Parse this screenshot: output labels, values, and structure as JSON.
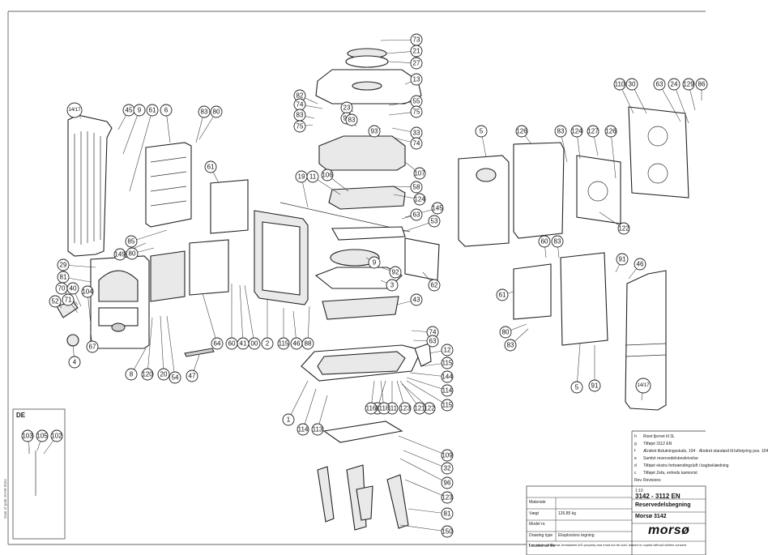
{
  "drawing": {
    "title": "3142 - 3112 EN",
    "subtitle": "Reservedelsbegning",
    "model": "Morsø 3142",
    "logo_text": "morsø",
    "detail_label": "DE",
    "side_ref": "Date of print 10-09-2024",
    "footer_note": "This drawing is Morsø Jernstøberi A/S property and must not be sold, lended or copied without written consent"
  },
  "title_block": {
    "revisions": [
      {
        "code": "h",
        "text": "Rivet fjernet til 3L"
      },
      {
        "code": "g",
        "text": "Tilføjet 3112 EN"
      },
      {
        "code": "f",
        "text": "Ændret tilslutningsstuds, 104 · Ændret standard til luftstyring pos. 104"
      },
      {
        "code": "e",
        "text": "Samlet reservedelsbeskrivelse"
      },
      {
        "code": "d",
        "text": "Tilføjet ekstra forbrændingsluft i bagbeklædning"
      },
      {
        "code": "c",
        "text": "Tilføjet Zefa, enheds kaminrist"
      },
      {
        "code": "Rev.",
        "text": "Revisions"
      }
    ],
    "fields": [
      {
        "label": "Materiale",
        "value": ""
      },
      {
        "label": "Vægt",
        "value": "126,85 kg"
      },
      {
        "label": "Model nr.",
        "value": ""
      },
      {
        "label": "Drawing type",
        "value": "Eksplosions tegning"
      },
      {
        "label": "Location of file",
        "value": ""
      }
    ],
    "scale": "1:10"
  },
  "callouts": [
    {
      "id": "c73",
      "label": "73"
    },
    {
      "id": "c21",
      "label": "21"
    },
    {
      "id": "c27",
      "label": "27"
    },
    {
      "id": "c13",
      "label": "13"
    },
    {
      "id": "c82",
      "label": "82"
    },
    {
      "id": "c74a",
      "label": "74"
    },
    {
      "id": "c83a",
      "label": "83"
    },
    {
      "id": "c75a",
      "label": "75"
    },
    {
      "id": "c23",
      "label": "23"
    },
    {
      "id": "c95",
      "label": "95"
    },
    {
      "id": "c55",
      "label": "55"
    },
    {
      "id": "c75b",
      "label": "75"
    },
    {
      "id": "c83b",
      "label": "83"
    },
    {
      "id": "c93",
      "label": "93"
    },
    {
      "id": "c33",
      "label": "33"
    },
    {
      "id": "c74b",
      "label": "74"
    },
    {
      "id": "c107",
      "label": "107"
    },
    {
      "id": "c58",
      "label": "58"
    },
    {
      "id": "c124a",
      "label": "124"
    },
    {
      "id": "c19",
      "label": "19"
    },
    {
      "id": "c11",
      "label": "11"
    },
    {
      "id": "c106",
      "label": "106"
    },
    {
      "id": "c145",
      "label": "145"
    },
    {
      "id": "c63",
      "label": "63"
    },
    {
      "id": "c53",
      "label": "53"
    },
    {
      "id": "c9",
      "label": "9"
    },
    {
      "id": "c92",
      "label": "92"
    },
    {
      "id": "c3",
      "label": "3"
    },
    {
      "id": "c62",
      "label": "62"
    },
    {
      "id": "c43",
      "label": "43"
    },
    {
      "id": "c14_17a",
      "label": "14/17"
    },
    {
      "id": "c45",
      "label": "45"
    },
    {
      "id": "c9b",
      "label": "9"
    },
    {
      "id": "c61a",
      "label": "61"
    },
    {
      "id": "c6a",
      "label": "6"
    },
    {
      "id": "c83c",
      "label": "83"
    },
    {
      "id": "c80a",
      "label": "80"
    },
    {
      "id": "c61b",
      "label": "61"
    },
    {
      "id": "c85",
      "label": "85"
    },
    {
      "id": "c149",
      "label": "149"
    },
    {
      "id": "c80b",
      "label": "80"
    },
    {
      "id": "c29",
      "label": "29"
    },
    {
      "id": "c81",
      "label": "81"
    },
    {
      "id": "c70",
      "label": "70"
    },
    {
      "id": "c40",
      "label": "40"
    },
    {
      "id": "c104",
      "label": "104"
    },
    {
      "id": "c52",
      "label": "52"
    },
    {
      "id": "c71",
      "label": "71"
    },
    {
      "id": "c67",
      "label": "67"
    },
    {
      "id": "c4",
      "label": "4"
    },
    {
      "id": "c8",
      "label": "8"
    },
    {
      "id": "c120",
      "label": "120"
    },
    {
      "id": "c20",
      "label": "20"
    },
    {
      "id": "c54",
      "label": "54"
    },
    {
      "id": "c47",
      "label": "47"
    },
    {
      "id": "c64",
      "label": "64"
    },
    {
      "id": "c60",
      "label": "60"
    },
    {
      "id": "c41",
      "label": "41"
    },
    {
      "id": "c00",
      "label": "00"
    },
    {
      "id": "c2",
      "label": "2"
    },
    {
      "id": "c115a",
      "label": "115"
    },
    {
      "id": "c46a",
      "label": "46"
    },
    {
      "id": "c88",
      "label": "88"
    },
    {
      "id": "c74c",
      "label": "74"
    },
    {
      "id": "c63b",
      "label": "63"
    },
    {
      "id": "c12",
      "label": "12"
    },
    {
      "id": "c115b",
      "label": "115"
    },
    {
      "id": "c144",
      "label": "144"
    },
    {
      "id": "c114a",
      "label": "114"
    },
    {
      "id": "c115c",
      "label": "115"
    },
    {
      "id": "c122a",
      "label": "122"
    },
    {
      "id": "c121",
      "label": "121"
    },
    {
      "id": "c123",
      "label": "123"
    },
    {
      "id": "c111",
      "label": "111"
    },
    {
      "id": "c117",
      "label": "117"
    },
    {
      "id": "c118",
      "label": "118"
    },
    {
      "id": "c116",
      "label": "116"
    },
    {
      "id": "c1",
      "label": "1"
    },
    {
      "id": "c114b",
      "label": "114"
    },
    {
      "id": "c113",
      "label": "113"
    },
    {
      "id": "c109",
      "label": "109"
    },
    {
      "id": "c32",
      "label": "32"
    },
    {
      "id": "c96",
      "label": "96"
    },
    {
      "id": "c123b",
      "label": "123"
    },
    {
      "id": "c81b",
      "label": "81"
    },
    {
      "id": "c150",
      "label": "150"
    },
    {
      "id": "c5",
      "label": "5"
    },
    {
      "id": "c126a",
      "label": "126"
    },
    {
      "id": "c83d",
      "label": "83"
    },
    {
      "id": "c124b",
      "label": "124"
    },
    {
      "id": "c127",
      "label": "127"
    },
    {
      "id": "c126b",
      "label": "126"
    },
    {
      "id": "c122b",
      "label": "122"
    },
    {
      "id": "c110",
      "label": "110"
    },
    {
      "id": "c30",
      "label": "30"
    },
    {
      "id": "c63c",
      "label": "63"
    },
    {
      "id": "c24",
      "label": "24"
    },
    {
      "id": "c129",
      "label": "129"
    },
    {
      "id": "c86",
      "label": "86"
    },
    {
      "id": "c60b",
      "label": "60"
    },
    {
      "id": "c83e",
      "label": "83"
    },
    {
      "id": "c61c",
      "label": "61"
    },
    {
      "id": "c91",
      "label": "91"
    },
    {
      "id": "c46b",
      "label": "46"
    },
    {
      "id": "c80c",
      "label": "80"
    },
    {
      "id": "c83f",
      "label": "83"
    },
    {
      "id": "c5b",
      "label": "5"
    },
    {
      "id": "c91b",
      "label": "91"
    },
    {
      "id": "c14_17b",
      "label": "14/17"
    },
    {
      "id": "c103",
      "label": "103"
    },
    {
      "id": "c105",
      "label": "105"
    },
    {
      "id": "c102",
      "label": "102"
    }
  ]
}
